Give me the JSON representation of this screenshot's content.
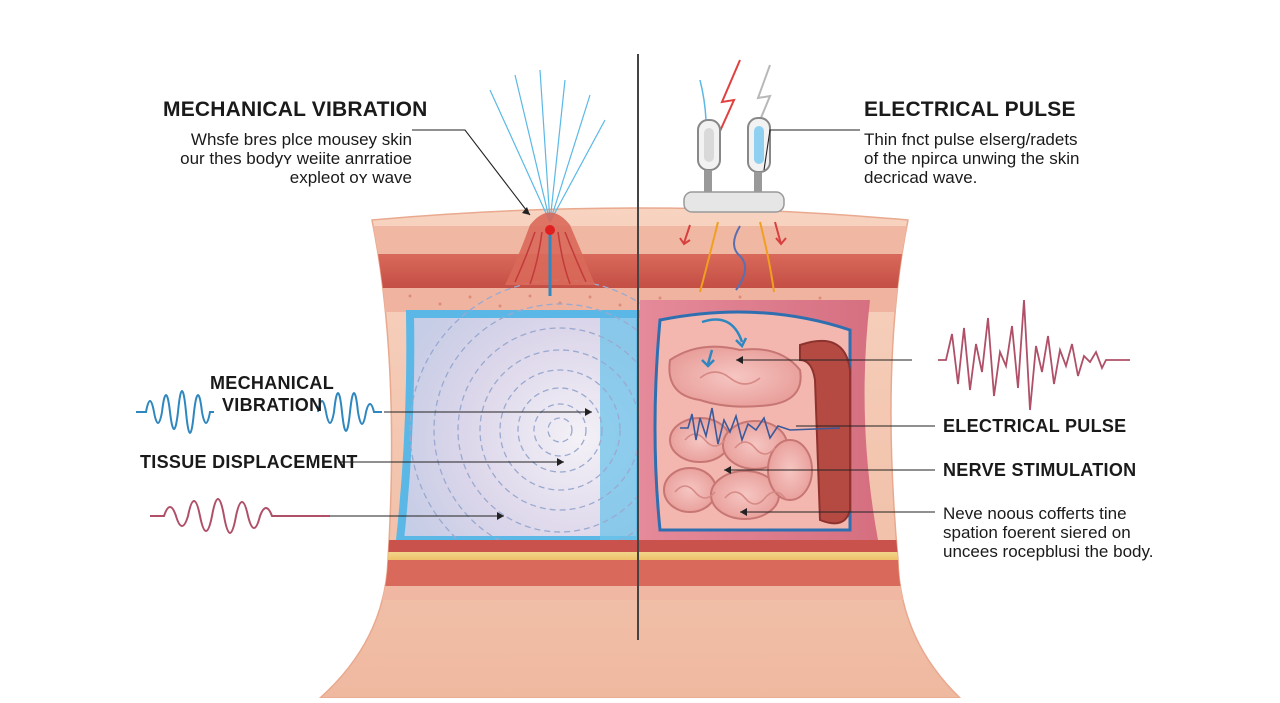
{
  "left": {
    "title": "MECHANICAL VIBRATION",
    "description": [
      "Whsfe bres plce mousey skin",
      "our thes bodyʏ weiite anrratioe",
      "expleot oʏ wave"
    ],
    "callouts": {
      "mechanical_vibration": [
        "MECHANICAL",
        "VIBRATION"
      ],
      "tissue_displacement": "TISSUE DISPLACEMENT"
    }
  },
  "right": {
    "title": "ELECTRICAL PULSE",
    "description": [
      "Thin fnct pulse elserg/radets",
      "of the npirca unwing the skin",
      "decricad wave."
    ],
    "callouts": {
      "electrical_pulse": "ELECTRICAL PULSE",
      "nerve_stimulation": "NERVE STIMULATION"
    },
    "note": [
      "Neve noous coffeгts tine",
      "spation foerent sieгed on",
      "uncees rocepblusi the body."
    ]
  },
  "colors": {
    "skin_outer": "#f4c4ae",
    "dermis": "#e07f6e",
    "vibration_blue": "#5bb8e6",
    "tissue_red": "#c24a55",
    "wave_red": "#b05068",
    "wave_blue": "#2f87c0",
    "divider": "#444444"
  }
}
